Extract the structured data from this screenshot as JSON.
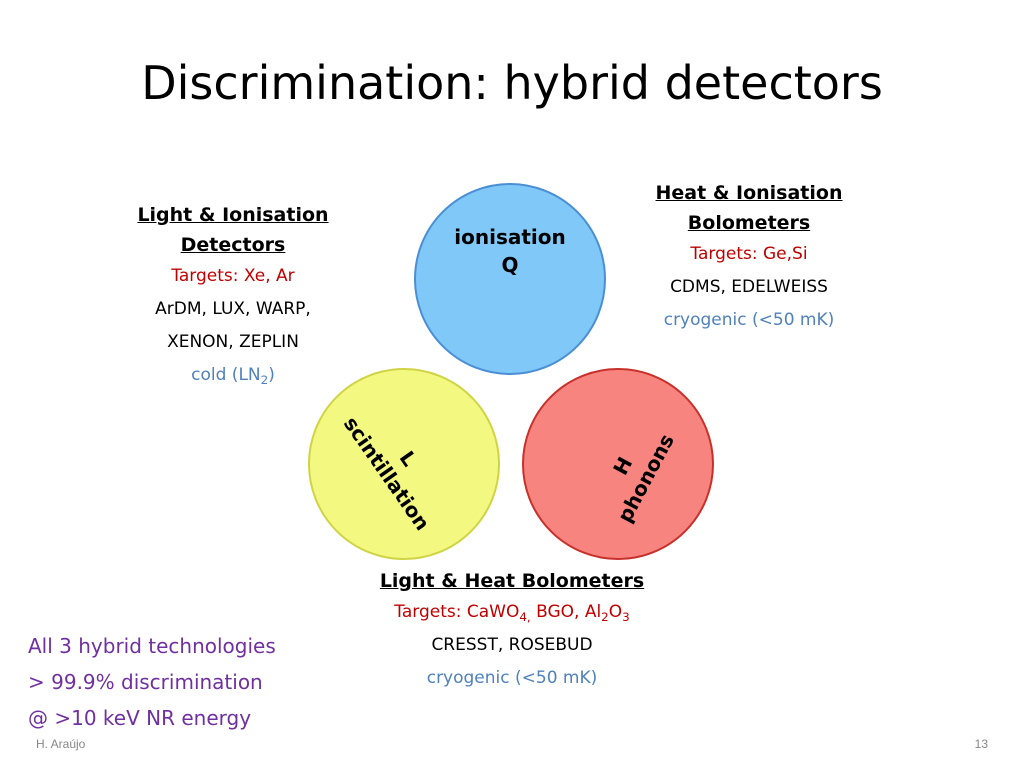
{
  "title": "Discrimination: hybrid detectors",
  "light_ionisation": {
    "heading_line1": "Light & Ionisation",
    "heading_line2": "Detectors",
    "targets": "Targets: Xe, Ar",
    "experiments_line1": "ArDM, LUX, WARP,",
    "experiments_line2": "XENON, ZEPLIN",
    "temp_prefix": "cold (LN",
    "temp_sub": "2",
    "temp_suffix": ")"
  },
  "heat_ionisation": {
    "heading_line1": "Heat & Ionisation",
    "heading_line2": "Bolometers",
    "targets": "Targets: Ge,Si",
    "experiments": "CDMS, EDELWEISS",
    "temperature": "cryogenic (<50 mK)"
  },
  "light_heat": {
    "heading": "Light & Heat Bolometers",
    "targets_prefix": "Targets: CaWO",
    "targets_sub1": "4,",
    "targets_mid": " BGO, Al",
    "targets_sub2": "2",
    "targets_o": "O",
    "targets_sub3": "3",
    "experiments": "CRESST, ROSEBUD",
    "temperature": "cryogenic (<50 mK)"
  },
  "circles": {
    "ionisation": {
      "line1": "ionisation",
      "line2": "Q",
      "color": "#7fc8f8"
    },
    "scintillation": {
      "line1": "L",
      "line2": "scintillation",
      "color": "#f3f880"
    },
    "phonons": {
      "line1": "H",
      "line2": "phonons",
      "color": "#f88480"
    }
  },
  "summary": {
    "line1": "All 3 hybrid technologies",
    "line2": "> 99.9% discrimination",
    "line3": "@ >10 keV NR energy",
    "color": "#7030a0"
  },
  "footer": {
    "author": "H. Araújo",
    "page_number": "13"
  },
  "colors": {
    "targets_red": "#c00000",
    "temperature_blue": "#4f81bd"
  }
}
